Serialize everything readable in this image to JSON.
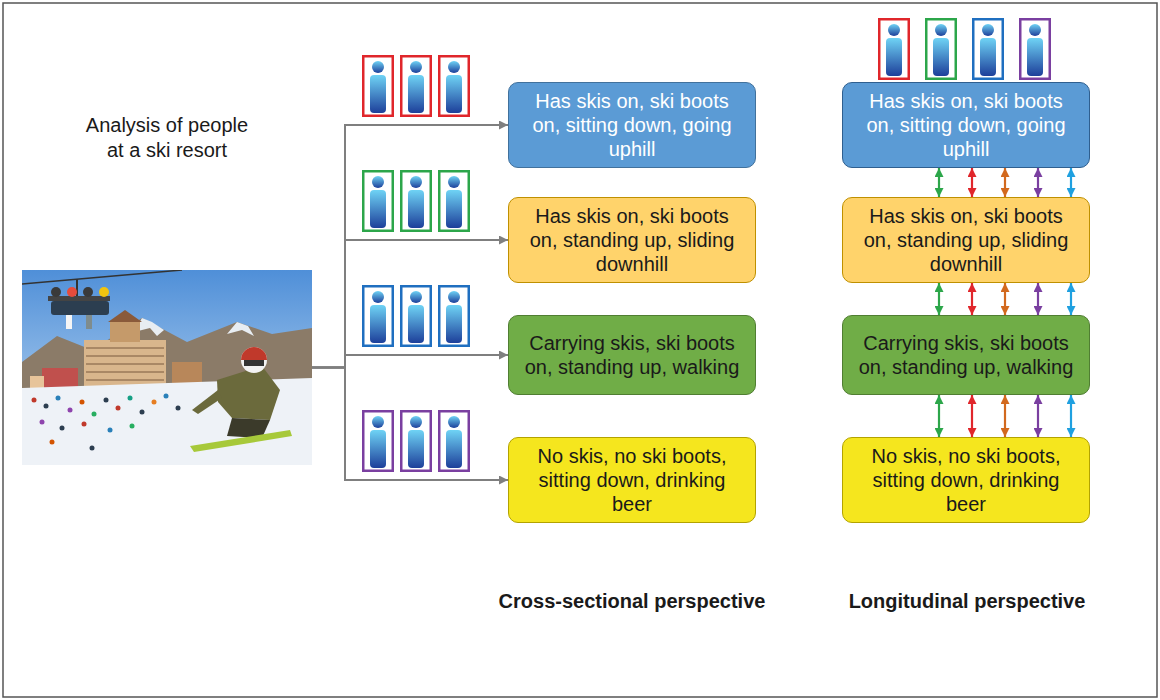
{
  "diagram": {
    "nodes": [
      {
        "text": [
          "Analysis of people at a ski resort"
        ]
      },
      {
        "text": [
          "Has skis on, ski boots on, sitting down, going uphill"
        ]
      },
      {
        "text": [
          "Has skis on, ski boots on, standing up, sliding downhill"
        ]
      },
      {
        "text": [
          "Carrying skis, ski boots on, standing up, walking"
        ]
      },
      {
        "text": [
          "No skis, no ski boots, sitting down, drinking beer"
        ]
      },
      {
        "text": [
          "Has skis on, ski boots on, sitting down, going uphill"
        ]
      },
      {
        "text": [
          "Has skis on, ski boots on, standing up, sliding downhill"
        ]
      },
      {
        "text": [
          "Carrying skis, ski boots on, standing up, walking"
        ]
      },
      {
        "text": [
          "No skis, no ski boots, sitting down, drinking beer"
        ]
      }
    ],
    "edges": [
      {
        "from": 0,
        "to": 1,
        "arrow": "to"
      },
      {
        "from": 0,
        "to": 2,
        "arrow": "to"
      },
      {
        "from": 0,
        "to": 3,
        "arrow": "to"
      },
      {
        "from": 0,
        "to": 4,
        "arrow": "to"
      },
      {
        "from": 5,
        "to": 6,
        "arrow": "both"
      },
      {
        "from": 5,
        "to": 6,
        "arrow": "both"
      },
      {
        "from": 5,
        "to": 6,
        "arrow": "both"
      },
      {
        "from": 5,
        "to": 6,
        "arrow": "both"
      },
      {
        "from": 5,
        "to": 6,
        "arrow": "both"
      },
      {
        "from": 6,
        "to": 7,
        "arrow": "both"
      },
      {
        "from": 6,
        "to": 7,
        "arrow": "both"
      },
      {
        "from": 6,
        "to": 7,
        "arrow": "both"
      },
      {
        "from": 6,
        "to": 7,
        "arrow": "both"
      },
      {
        "from": 6,
        "to": 7,
        "arrow": "both"
      },
      {
        "from": 7,
        "to": 8,
        "arrow": "both"
      },
      {
        "from": 7,
        "to": 8,
        "arrow": "both"
      },
      {
        "from": 7,
        "to": 8,
        "arrow": "both"
      },
      {
        "from": 7,
        "to": 8,
        "arrow": "both"
      },
      {
        "from": 7,
        "to": 8,
        "arrow": "both"
      }
    ],
    "labels": [
      "Cross-sectional perspective",
      "Longitudinal perspective"
    ]
  }
}
